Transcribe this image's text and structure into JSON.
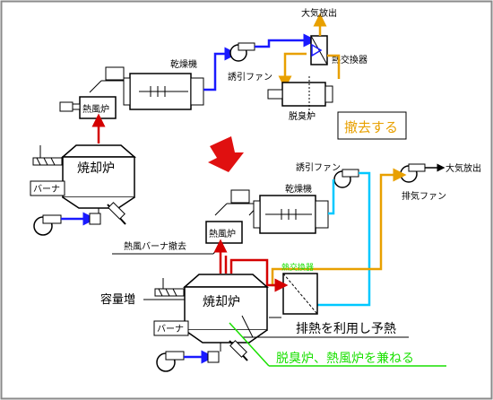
{
  "colors": {
    "frame": "#8a8a8a",
    "line": "#000000",
    "red_pipe": "#d40000",
    "blue_pipe": "#1a1aff",
    "orange_pipe": "#e8a000",
    "cyan_pipe": "#00c8ff",
    "green_pipe": "#19e000",
    "arrow": "#e01010"
  },
  "top": {
    "dryer_label": "乾燥機",
    "hot_air_furnace_label": "熱風炉",
    "induced_fan_label": "誘引ファン",
    "exhaust_label": "大気放出",
    "heat_exchanger_label": "熱交換器",
    "deodorizer_label": "脱臭炉",
    "remove_label": "撤去する"
  },
  "left": {
    "incinerator_label": "焼却炉",
    "burner_label": "バーナ"
  },
  "bottom": {
    "induced_fan_label": "誘引ファン",
    "exhaust_label": "大気放出",
    "exhaust_fan_label": "排気ファン",
    "dryer_label": "乾燥機",
    "hot_air_furnace_label": "熱風炉",
    "burner_removed_label": "熱風バーナ撤去",
    "heat_exchanger_label": "熱交換器",
    "capacity_label": "容量増",
    "incinerator_label": "焼却炉",
    "preheat_label": "排熱を利用し予熱",
    "burner_label": "バーナ",
    "combined_label": "脱臭炉、熱風炉を兼ねる"
  }
}
